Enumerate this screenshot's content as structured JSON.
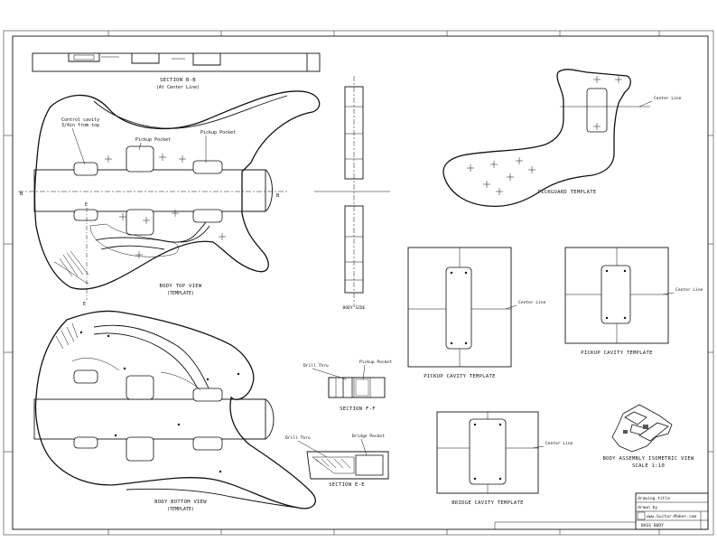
{
  "views": {
    "section_b": {
      "title": "SECTION B-B",
      "subtitle": "(At Center Line)"
    },
    "top": {
      "title": "BODY TOP VIEW",
      "subtitle": "(TEMPLATE)",
      "notes": [
        "Control cavity",
        "3/4in from top",
        "Pickup Pocket",
        "Pickup Pocket"
      ],
      "section_marks": [
        "B",
        "B",
        "E",
        "E"
      ]
    },
    "bottom": {
      "title": "BODY BOTTOM VIEW",
      "subtitle": "(TEMPLATE)"
    },
    "pickguard": {
      "title": "PICKGUARD TEMPLATE",
      "note": "Center Line"
    },
    "pickup1": {
      "title": "PICKUP CAVITY TEMPLATE",
      "note": "Center Line"
    },
    "pickup2": {
      "title": "PICKUP CAVITY TEMPLATE",
      "note": "Center Line"
    },
    "bridge": {
      "title": "BRIDGE CAVITY TEMPLATE",
      "note": "Center Line"
    },
    "section_ff": {
      "title": "SECTION F-F",
      "notes": [
        "Drill Thru",
        "Pickup Pocket"
      ]
    },
    "section_ee": {
      "title": "SECTION E-E",
      "notes": [
        "Drill Thru",
        "Bridge Pocket"
      ]
    },
    "side": {
      "title": "BODY SIDE"
    },
    "iso": {
      "title": "BODY ASSEMBLY ISOMETRIC VIEW",
      "scale": "SCALE 1:10"
    }
  },
  "title_block": {
    "lines": [
      "drawing title",
      "drawn by"
    ],
    "site": "www.Guitar-Maker.com",
    "drawing": "BASS BODY"
  }
}
